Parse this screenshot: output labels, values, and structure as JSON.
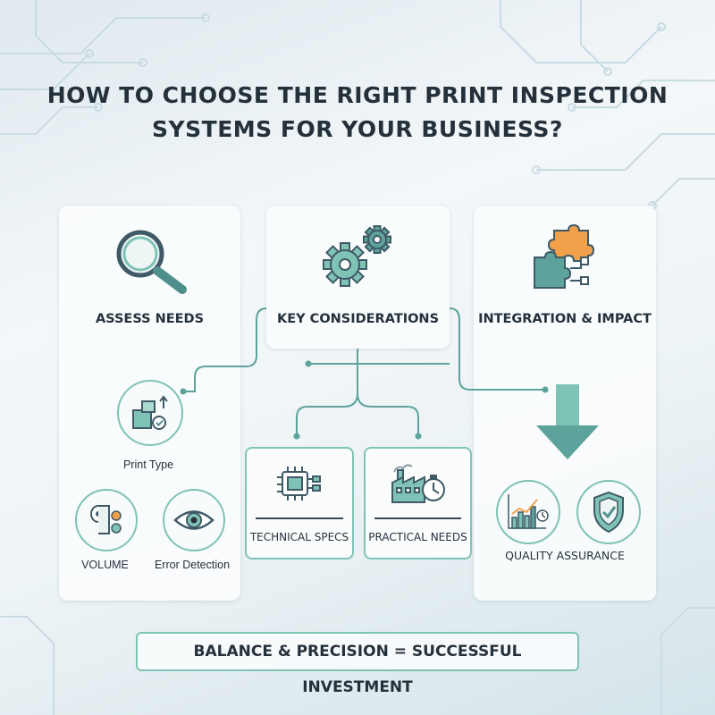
{
  "title": {
    "line1": "HOW TO CHOOSE THE RIGHT PRINT INSPECTION",
    "line2": "SYSTEMS FOR YOUR BUSINESS?"
  },
  "columns": {
    "assess": {
      "label": "ASSESS NEEDS",
      "icon": "magnifier-icon",
      "items": [
        {
          "label": "Print Type",
          "icon": "boxes-icon"
        },
        {
          "label": "VOLUME",
          "icon": "paper-roll-icon"
        },
        {
          "label": "Error Detection",
          "icon": "eye-icon"
        }
      ]
    },
    "key": {
      "label": "KEY CONSIDERATIONS",
      "icon": "gears-icon",
      "items": [
        {
          "label": "TECHNICAL SPECS",
          "icon": "chip-icon"
        },
        {
          "label": "PRACTICAL NEEDS",
          "icon": "factory-clock-icon"
        }
      ]
    },
    "integration": {
      "label": "INTEGRATION & IMPACT",
      "icon": "puzzle-icon",
      "items": [
        {
          "label": "QUALITY ASSURANCE",
          "icon": "chart-shield-icon"
        }
      ]
    }
  },
  "footer": "BALANCE & PRECISION = SUCCESSFUL INVESTMENT",
  "colors": {
    "accent": "#7fc3b6",
    "teal_dark": "#4f8f8b",
    "orange": "#f2a04a",
    "text": "#24313b"
  }
}
